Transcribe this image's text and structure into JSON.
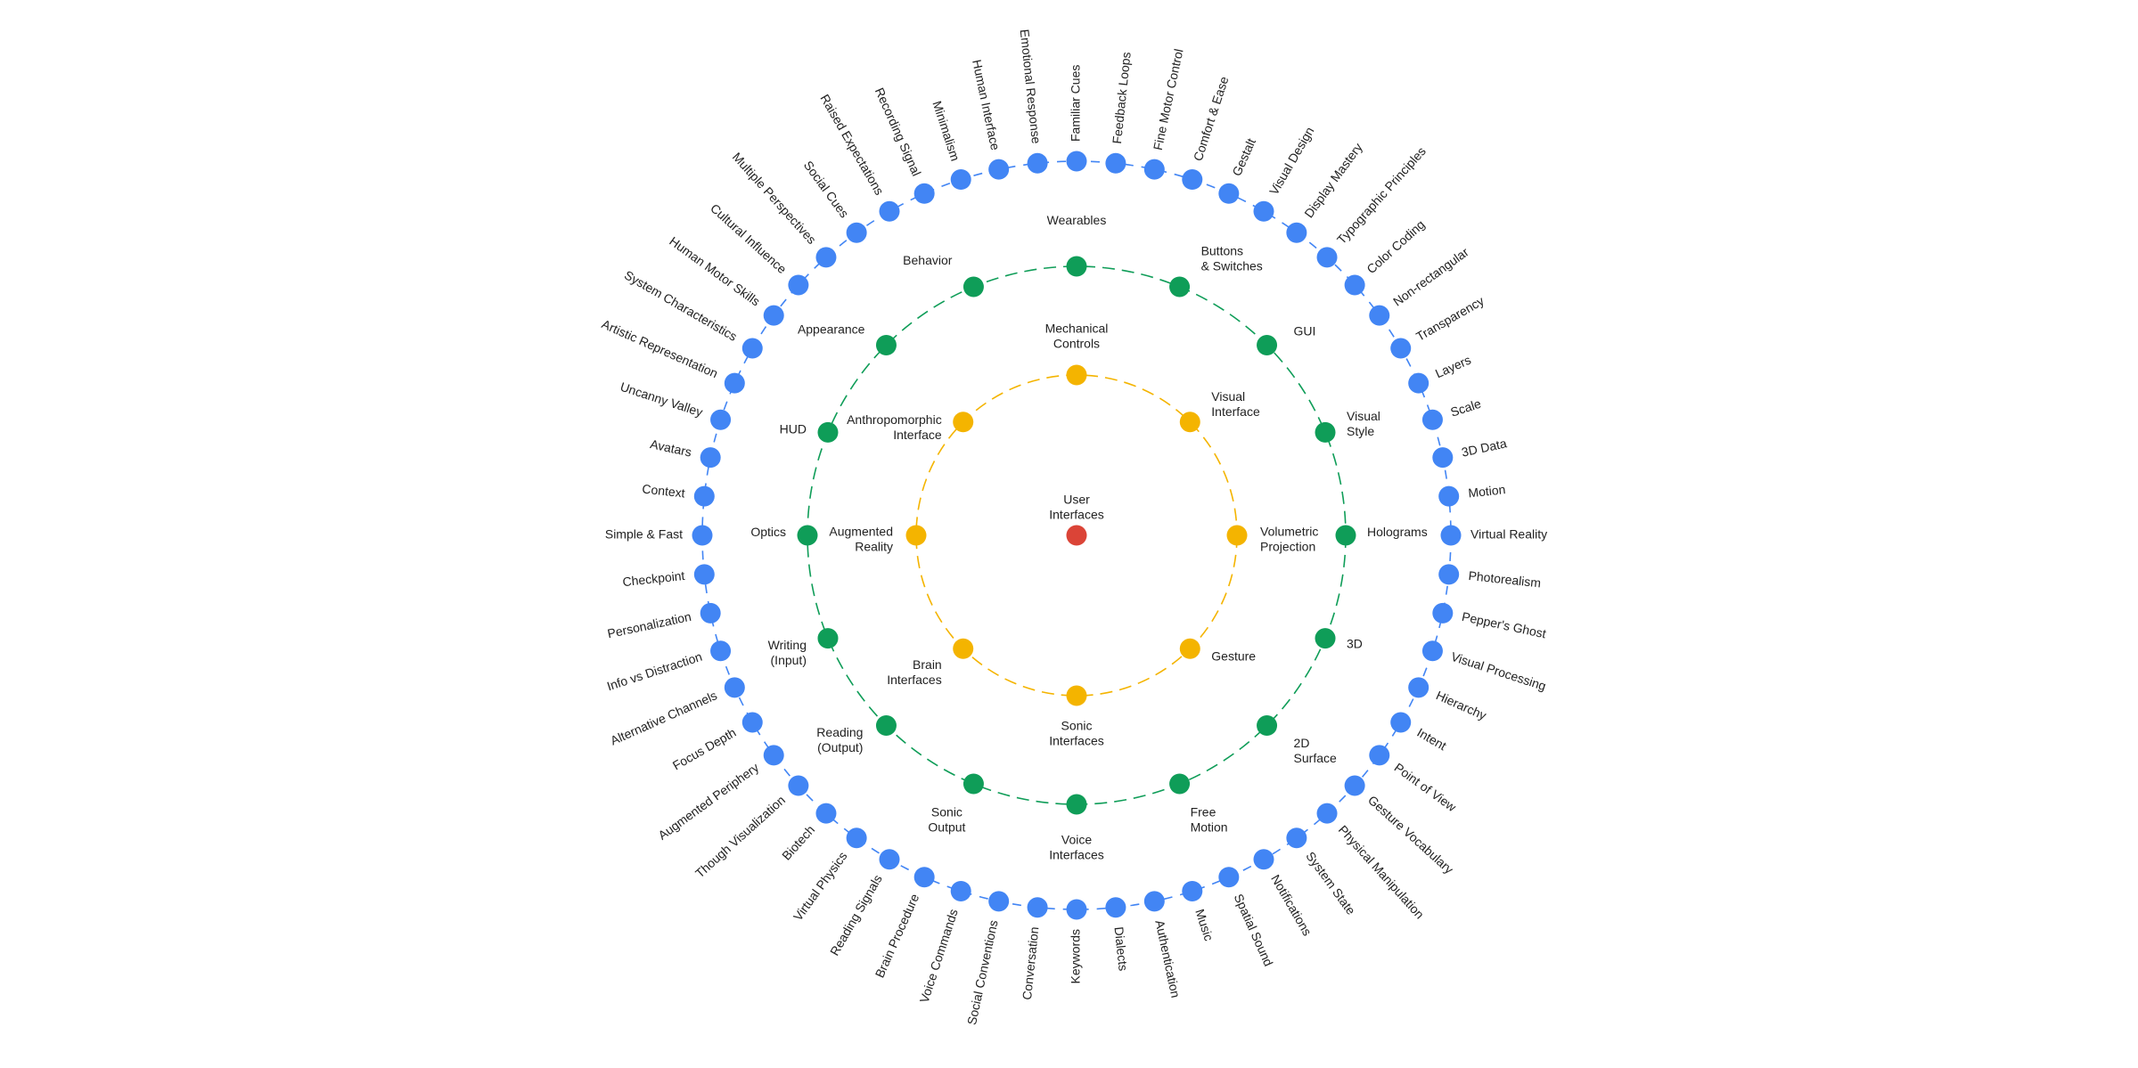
{
  "colors": {
    "center": "#DB4437",
    "inner": "#F4B400",
    "middle": "#0F9D58",
    "outer": "#4285F4",
    "text": "#222222"
  },
  "center": {
    "label": [
      "User",
      "Interfaces"
    ]
  },
  "inner_ring": [
    {
      "label": [
        "Mechanical",
        "Controls"
      ]
    },
    {
      "label": [
        "Visual",
        "Interface"
      ]
    },
    {
      "label": [
        "Volumetric",
        "Projection"
      ]
    },
    {
      "label": [
        "Gesture"
      ]
    },
    {
      "label": [
        "Sonic",
        "Interfaces"
      ]
    },
    {
      "label": [
        "Brain",
        "Interfaces"
      ]
    },
    {
      "label": [
        "Augmented",
        "Reality"
      ]
    },
    {
      "label": [
        "Anthropomorphic",
        "Interface"
      ]
    }
  ],
  "middle_ring": [
    {
      "label": [
        "Wearables"
      ]
    },
    {
      "label": [
        "Buttons",
        "& Switches"
      ]
    },
    {
      "label": [
        "GUI"
      ]
    },
    {
      "label": [
        "Visual",
        "Style"
      ]
    },
    {
      "label": [
        "Holograms"
      ]
    },
    {
      "label": [
        "3D"
      ]
    },
    {
      "label": [
        "2D",
        "Surface"
      ]
    },
    {
      "label": [
        "Free",
        "Motion"
      ]
    },
    {
      "label": [
        "Voice",
        "Interfaces"
      ]
    },
    {
      "label": [
        "Sonic",
        "Output"
      ]
    },
    {
      "label": [
        "Reading",
        "(Output)"
      ]
    },
    {
      "label": [
        "Writing",
        "(Input)"
      ]
    },
    {
      "label": [
        "Optics"
      ]
    },
    {
      "label": [
        "HUD"
      ]
    },
    {
      "label": [
        "Appearance"
      ]
    },
    {
      "label": [
        "Behavior"
      ]
    }
  ],
  "outer_ring": [
    "Familiar Cues",
    "Feedback Loops",
    "Fine Motor Control",
    "Comfort & Ease",
    "Gestalt",
    "Visual Design",
    "Display Mastery",
    "Typographic Principles",
    "Color Coding",
    "Non-rectangular",
    "Transparency",
    "Layers",
    "Scale",
    "3D Data",
    "Motion",
    "Virtual Reality",
    "Photorealism",
    "Pepper's Ghost",
    "Visual Processing",
    "Hierarchy",
    "Intent",
    "Point of View",
    "Gesture Vocabulary",
    "Physical Manipulation",
    "System State",
    "Notifications",
    "Spatial Sound",
    "Music",
    "Authentication",
    "Dialects",
    "Keywords",
    "Conversation",
    "Social Conventions",
    "Voice Commands",
    "Brain Procedure",
    "Reading Signals",
    "Virtual Physics",
    "Biotech",
    "Though Visualization",
    "Augmented Periphery",
    "Focus Depth",
    "Alternative Channels",
    "Info vs Distraction",
    "Personalization",
    "Checkpoint",
    "Simple & Fast",
    "Context",
    "Avatars",
    "Uncanny Valley",
    "Artistic Representation",
    "System Characteristics",
    "Human Motor Skills",
    "Cultural Influence",
    "Multiple Perspectives",
    "Social Cues",
    "Raised Expectations",
    "Recording Signal",
    "Minimalism",
    "Human Interface",
    "Emotional Response"
  ]
}
